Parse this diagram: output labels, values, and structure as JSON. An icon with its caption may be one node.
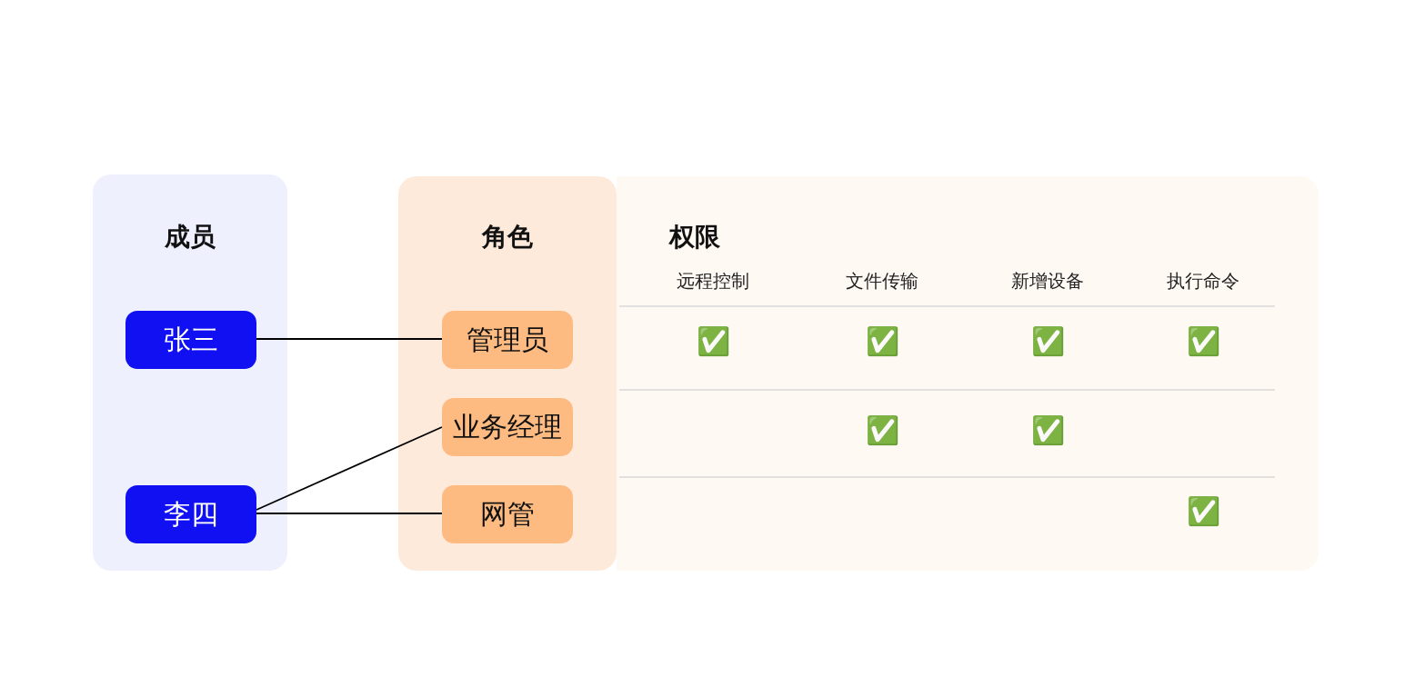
{
  "diagram": {
    "nodes": [
      {
        "text": [
          "成员"
        ]
      },
      {
        "text": [
          "张三"
        ],
        "in": 0
      },
      {
        "text": [
          "李四"
        ],
        "in": 0
      },
      {
        "text": [
          "角色"
        ]
      },
      {
        "text": [
          "管理员"
        ],
        "in": 3
      },
      {
        "text": [
          "业务经理"
        ],
        "in": 3
      },
      {
        "text": [
          "网管"
        ],
        "in": 3
      },
      {
        "text": [
          "权限"
        ]
      }
    ],
    "edges": [
      {
        "from": 1,
        "to": 4,
        "arrow": "none"
      },
      {
        "from": 2,
        "to": 5,
        "arrow": "none"
      },
      {
        "from": 2,
        "to": 6,
        "arrow": "none"
      }
    ],
    "labels": [
      "远程控制",
      "文件传输",
      "新增设备",
      "执行命令",
      "✅",
      "✅",
      "✅",
      "✅",
      "✅",
      "✅",
      "✅"
    ]
  }
}
